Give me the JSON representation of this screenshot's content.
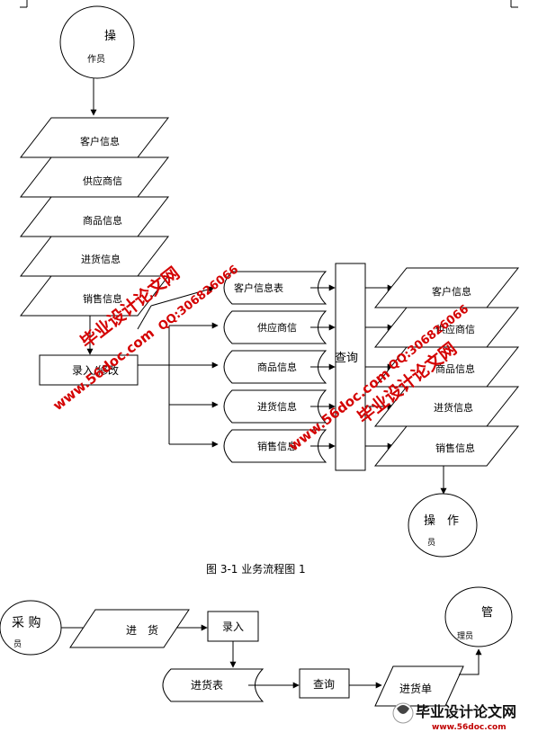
{
  "diagram1": {
    "operator_top": {
      "line1": "操",
      "line2": "作员"
    },
    "inputs": [
      "客户信息",
      "供应商信",
      "商品信息",
      "进货信息",
      "销售信息"
    ],
    "entry_box": "录入/修改",
    "tables": [
      "客户信息表",
      "供应商信",
      "商品信息",
      "进货信息",
      "销售信息"
    ],
    "query_box": "查询",
    "outputs": [
      "客户信息",
      "供应商信",
      "商品信息",
      "进货信息",
      "销售信息"
    ],
    "operator_bottom": {
      "line1": "操　作",
      "line2": "员"
    },
    "caption": "图 3-1 业务流程图 1"
  },
  "diagram2": {
    "purchaser": {
      "line1": "采 购",
      "line2": "员"
    },
    "purchase": "进　货",
    "entry": "录入",
    "table": "进货表",
    "query": "查询",
    "receipt": "进货单",
    "manager": {
      "line1": "管",
      "line2": "理员"
    }
  },
  "watermarks": {
    "site_a": "www.56doc.com",
    "qq_a": "QQ:306826066",
    "title_a": "毕业设计论文网",
    "site_b": "www.56doc.com",
    "qq_b": "QQ:306826066",
    "title_b": "毕业设计论文网",
    "logo_title": "毕业设计论文网",
    "logo_site": "www.56doc.com"
  },
  "colors": {
    "line": "#000000",
    "watermark": "#d40000"
  }
}
